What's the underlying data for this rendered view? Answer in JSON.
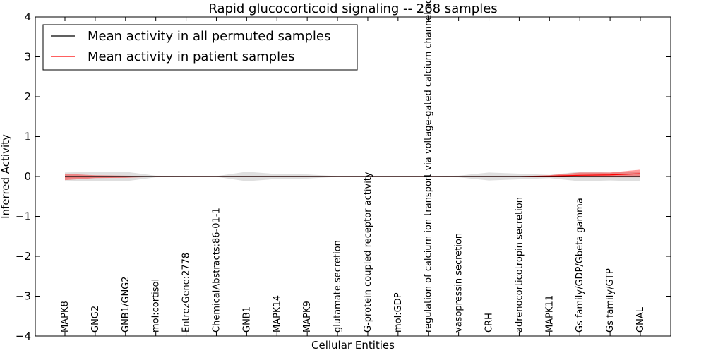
{
  "chart_data": {
    "type": "line",
    "title": "Rapid glucocorticoid signaling -- 268 samples",
    "xlabel": "Cellular Entities",
    "ylabel": "Inferred Activity",
    "ylim": [
      -4,
      4
    ],
    "yticks": [
      4,
      3,
      2,
      1,
      0,
      -1,
      -2,
      -3,
      -4
    ],
    "ytick_labels": [
      "4",
      "3",
      "2",
      "1",
      "0",
      "−1",
      "−2",
      "−3",
      "−4"
    ],
    "grid": false,
    "legend_position": "top-left",
    "categories": [
      "MAPK8",
      "GNG2",
      "GNB1/GNG2",
      "mol:cortisol",
      "EntrezGene:2778",
      "ChemicalAbstracts:86-01-1",
      "GNB1",
      "MAPK14",
      "MAPK9",
      "glutamate secretion",
      "G-protein coupled receptor activity",
      "mol:GDP",
      "regulation of calcium ion transport via voltage-gated calcium channel activity",
      "vasopressin secretion",
      "CRH",
      "adrenocorticotropin secretion",
      "MAPK11",
      "Gs family/GDP/Gbeta gamma",
      "Gs family/GTP",
      "GNAL"
    ],
    "series": [
      {
        "name": "Mean activity in all permuted samples",
        "color": "#000000",
        "values": [
          0,
          0,
          0,
          0,
          0,
          0,
          0,
          0,
          0,
          0,
          0,
          0,
          0,
          0,
          0,
          0,
          0,
          0,
          0,
          0
        ],
        "band_lower": [
          -0.1,
          -0.12,
          -0.12,
          -0.02,
          -0.01,
          -0.01,
          -0.12,
          -0.06,
          -0.05,
          -0.01,
          -0.01,
          -0.01,
          -0.01,
          -0.02,
          -0.1,
          -0.07,
          -0.04,
          -0.12,
          -0.1,
          -0.12
        ],
        "band_upper": [
          0.1,
          0.12,
          0.12,
          0.02,
          0.01,
          0.01,
          0.12,
          0.06,
          0.05,
          0.01,
          0.01,
          0.01,
          0.01,
          0.02,
          0.1,
          0.07,
          0.04,
          0.12,
          0.1,
          0.12
        ]
      },
      {
        "name": "Mean activity in patient samples",
        "color": "#ff0000",
        "values": [
          -0.01,
          -0.01,
          -0.01,
          0,
          0,
          0,
          0,
          0,
          0,
          0,
          0,
          0,
          0,
          0,
          0,
          0,
          0.01,
          0.03,
          0.04,
          0.07
        ],
        "band_lower": [
          -0.09,
          -0.04,
          -0.03,
          -0.01,
          -0.01,
          -0.01,
          -0.01,
          -0.01,
          -0.01,
          -0.01,
          -0.01,
          -0.01,
          -0.01,
          -0.01,
          -0.01,
          -0.01,
          -0.01,
          -0.02,
          -0.02,
          -0.02
        ],
        "band_upper": [
          0.07,
          0.03,
          0.02,
          0.01,
          0.01,
          0.01,
          0.01,
          0.01,
          0.01,
          0.01,
          0.01,
          0.01,
          0.01,
          0.01,
          0.01,
          0.01,
          0.03,
          0.1,
          0.1,
          0.17
        ]
      }
    ]
  }
}
